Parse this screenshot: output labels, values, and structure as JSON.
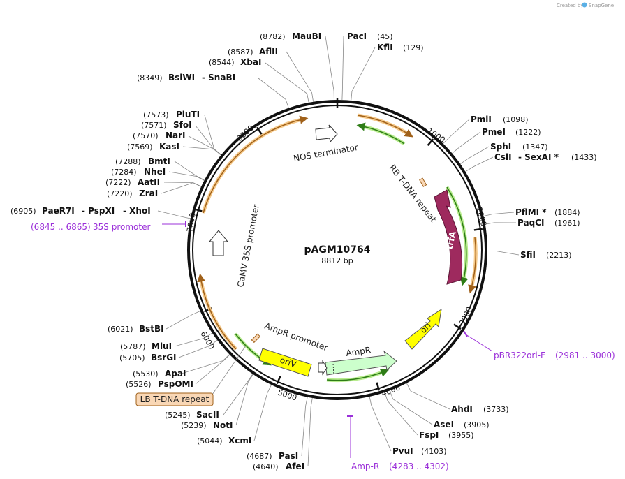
{
  "plasmid": {
    "name": "pAGM10764",
    "size": "8812 bp"
  },
  "watermark": {
    "created_by": "Created by",
    "brand": "SnapGene"
  },
  "ticks": [
    "1000",
    "2000",
    "3000",
    "4000",
    "5000",
    "6000",
    "7000",
    "8000"
  ],
  "features": {
    "nos_terminator": "NOS terminator",
    "rb_tdna": "RB T-DNA repeat",
    "trfa": "trfA",
    "ori": "ori",
    "ampr": "AmpR",
    "ampr_promoter": "AmpR promoter",
    "oriv": "oriV",
    "camv35s": "CaMV 35S promoter",
    "lb_tdna": "LB T-DNA repeat"
  },
  "primers": {
    "s35": {
      "range": "(6845 .. 6865)",
      "name": "35S promoter"
    },
    "pbr": {
      "name": "pBR322ori-F",
      "range": "(2981 .. 3000)"
    },
    "ampr": {
      "name": "Amp-R",
      "range": "(4283 .. 4302)"
    }
  },
  "sites": {
    "maubi": {
      "name": "MauBI",
      "pos": "(8782)"
    },
    "paci": {
      "name": "PacI",
      "pos": "(45)"
    },
    "kfli": {
      "name": "KflI",
      "pos": "(129)"
    },
    "aflii": {
      "name": "AflII",
      "pos": "(8587)"
    },
    "xbai": {
      "name": "XbaI",
      "pos": "(8544)"
    },
    "bsiwi": {
      "name": "BsiWI",
      "pos": "(8349)",
      "extra": "- SnaBI"
    },
    "pmli": {
      "name": "PmlI",
      "pos": "(1098)"
    },
    "pmei": {
      "name": "PmeI",
      "pos": "(1222)"
    },
    "sphi": {
      "name": "SphI",
      "pos": "(1347)"
    },
    "csli": {
      "name": "CslI",
      "extra": "- SexAI *",
      "pos": "(1433)"
    },
    "pflmi": {
      "name": "PflMI *",
      "pos": "(1884)"
    },
    "paqci": {
      "name": "PaqCI",
      "pos": "(1961)"
    },
    "sfii": {
      "name": "SfiI",
      "pos": "(2213)"
    },
    "pluti": {
      "name": "PluTI",
      "pos": "(7573)"
    },
    "sfoi": {
      "name": "SfoI",
      "pos": "(7571)"
    },
    "nari": {
      "name": "NarI",
      "pos": "(7570)"
    },
    "kasi": {
      "name": "KasI",
      "pos": "(7569)"
    },
    "bmti": {
      "name": "BmtI",
      "pos": "(7288)"
    },
    "nhei": {
      "name": "NheI",
      "pos": "(7284)"
    },
    "aatii": {
      "name": "AatII",
      "pos": "(7222)"
    },
    "zrai": {
      "name": "ZraI",
      "pos": "(7220)"
    },
    "paer7i": {
      "name": "PaeR7I",
      "pos": "(6905)",
      "extra": "- PspXI",
      "extra2": "- XhoI"
    },
    "bstbi": {
      "name": "BstBI",
      "pos": "(6021)"
    },
    "mlui": {
      "name": "MluI",
      "pos": "(5787)"
    },
    "bsrgi": {
      "name": "BsrGI",
      "pos": "(5705)"
    },
    "apai": {
      "name": "ApaI",
      "pos": "(5530)"
    },
    "pspomi": {
      "name": "PspOMI",
      "pos": "(5526)"
    },
    "sacii": {
      "name": "SacII",
      "pos": "(5245)"
    },
    "noti": {
      "name": "NotI",
      "pos": "(5239)"
    },
    "xcmi": {
      "name": "XcmI",
      "pos": "(5044)"
    },
    "pasi": {
      "name": "PasI",
      "pos": "(4687)"
    },
    "afei": {
      "name": "AfeI",
      "pos": "(4640)"
    },
    "ahdi": {
      "name": "AhdI",
      "pos": "(3733)"
    },
    "asei": {
      "name": "AseI",
      "pos": "(3905)"
    },
    "fspi": {
      "name": "FspI",
      "pos": "(3955)"
    },
    "pvui": {
      "name": "PvuI",
      "pos": "(4103)"
    }
  },
  "colors": {
    "backbone": "#111111",
    "trfa": "#9e2a5e",
    "ori": "#ffff00",
    "ampr": "#ccffcc",
    "oriv": "#ffff00",
    "lb_tdna": "#f9d7b5",
    "primer": "#9b30d9",
    "green_arrow": "#5aa52c",
    "orange_arrow": "#d9952e"
  }
}
